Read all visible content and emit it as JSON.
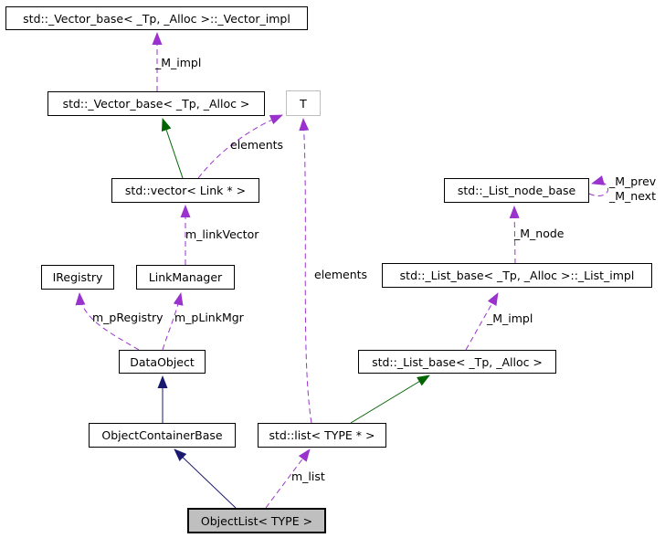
{
  "diagram": {
    "kind": "collaboration-graph",
    "colors": {
      "usage_edge": "#9a32cd",
      "inheritance_green": "#006400",
      "inheritance_blue": "#191970",
      "node_border": "#000000",
      "template_node_border": "#bebebe",
      "selected_node_fill": "#bfbfbf",
      "background": "#ffffff"
    },
    "nodes": {
      "vector_impl": {
        "label": "std::_Vector_base< _Tp, _Alloc >::_Vector_impl"
      },
      "vector_base": {
        "label": "std::_Vector_base< _Tp, _Alloc >"
      },
      "t": {
        "label": "T"
      },
      "vector_link": {
        "label": "std::vector< Link * >"
      },
      "list_node_base": {
        "label": "std::_List_node_base"
      },
      "iregistry": {
        "label": "IRegistry"
      },
      "linkmanager": {
        "label": "LinkManager"
      },
      "list_impl": {
        "label": "std::_List_base< _Tp, _Alloc >::_List_impl"
      },
      "dataobject": {
        "label": "DataObject"
      },
      "list_base": {
        "label": "std::_List_base< _Tp, _Alloc >"
      },
      "object_container_base": {
        "label": "ObjectContainerBase"
      },
      "std_list": {
        "label": "std::list< TYPE * >"
      },
      "object_list": {
        "label": "ObjectList< TYPE >"
      }
    },
    "edge_labels": {
      "m_impl_vector": "_M_impl",
      "elements_top": "elements",
      "m_link_vector": "m_linkVector",
      "m_p_registry": "m_pRegistry",
      "m_p_link_mgr": "m_pLinkMgr",
      "elements_mid": "elements",
      "m_node": "_M_node",
      "m_prev": "_M_prev",
      "m_next": "_M_next",
      "m_impl_list": "_M_impl",
      "m_list": "m_list"
    }
  }
}
